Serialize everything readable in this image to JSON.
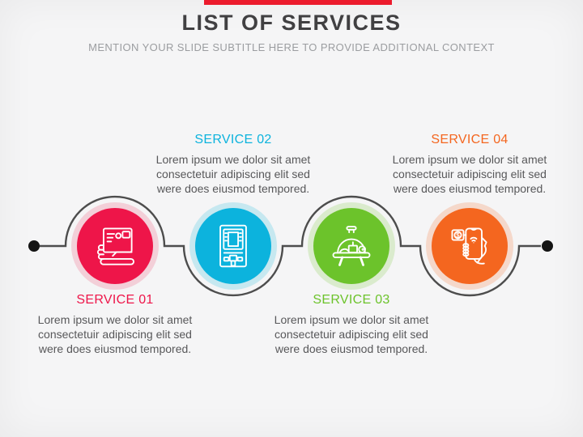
{
  "slide": {
    "background_color": "#f5f5f6"
  },
  "header": {
    "accent_bar_color": "#ec1b2d",
    "title": "LIST OF SERVICES",
    "title_color": "#414042",
    "subtitle": "MENTION YOUR SLIDE SUBTITLE HERE TO PROVIDE ADDITIONAL CONTEXT",
    "subtitle_color": "#9b9da0"
  },
  "timeline": {
    "line_color": "#4d4d4d",
    "endpoint_color": "#141414",
    "description_text_color": "#58585a",
    "services": [
      {
        "id": "01",
        "label": "SERVICE 01",
        "color": "#ee1549",
        "halo_color": "rgba(238,21,73,0.17)",
        "icon": "hand-holding-card-icon",
        "placement": "below",
        "description": "Lorem ipsum we dolor sit amet consectetuir adipiscing elit sed were does eiusmod tempored."
      },
      {
        "id": "02",
        "label": "SERVICE 02",
        "color": "#0cb3dd",
        "halo_color": "rgba(12,179,221,0.2)",
        "icon": "atm-machine-icon",
        "placement": "above",
        "description": "Lorem ipsum we dolor sit amet consectetuir adipiscing elit sed were does eiusmod tempored.",
        "icon_symbol": ""
      },
      {
        "id": "03",
        "label": "SERVICE 03",
        "color": "#6cc32b",
        "halo_color": "rgba(108,195,43,0.2)",
        "icon": "food-cloche-icon",
        "placement": "below",
        "description": "Lorem ipsum we dolor sit amet consectetuir adipiscing elit sed were does eiusmod tempored."
      },
      {
        "id": "04",
        "label": "SERVICE 04",
        "color": "#f4661f",
        "halo_color": "rgba(244,102,31,0.2)",
        "icon": "mobile-payment-icon",
        "placement": "above",
        "description": "Lorem ipsum we dolor sit amet consectetuir adipiscing elit sed were does eiusmod tempored.",
        "icon_symbol": "$"
      }
    ]
  }
}
